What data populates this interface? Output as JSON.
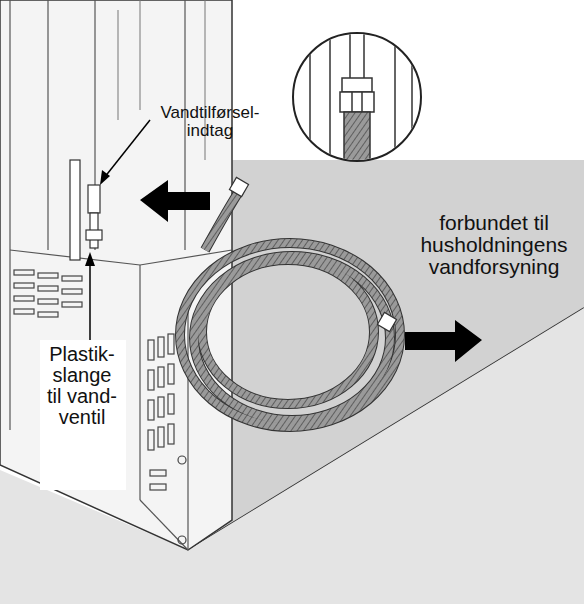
{
  "diagram": {
    "labels": [
      "Vandtilførsel- indtag",
      "Plastik- slange til vand- ventil",
      "forbundet til husholdningens vandforsyning"
    ]
  }
}
